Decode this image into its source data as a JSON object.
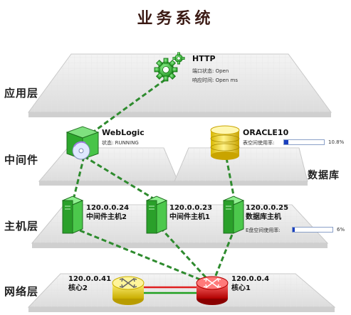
{
  "title": "业务系统",
  "layers": {
    "app": "应用层",
    "middleware": "中间件",
    "host": "主机层",
    "network": "网络层"
  },
  "database_label": "数据库",
  "http": {
    "name": "HTTP",
    "port_status": "端口状态: Open",
    "response_time": "响应时间: Open ms",
    "icon": "gear-icon"
  },
  "weblogic": {
    "name": "WebLogic",
    "status": "状态: RUNNING",
    "icon": "weblogic-server-icon"
  },
  "oracle": {
    "name": "ORACLE10",
    "usage_label": "表空间使用率:",
    "usage_text": "10.8%",
    "usage_value": 10.8,
    "icon": "database-icon"
  },
  "hosts": [
    {
      "ip": "120.0.0.24",
      "name": "中间件主机2"
    },
    {
      "ip": "120.0.0.23",
      "name": "中间件主机1"
    },
    {
      "ip": "120.0.0.25",
      "name": "数据库主机",
      "usage_label": "E盘空间使用率:",
      "usage_text": "6%",
      "usage_value": 6
    }
  ],
  "routers": [
    {
      "ip": "120.0.0.41",
      "name": "核心2",
      "color": "#e8d21a"
    },
    {
      "ip": "120.0.0.4",
      "name": "核心1",
      "color": "#d8141a"
    }
  ],
  "colors": {
    "link_dashed": "#2e8b2e",
    "link_red": "#e02020",
    "link_green": "#20a020",
    "server_green": "#3fbf3f",
    "bar_fill": "#1a3fbf"
  }
}
